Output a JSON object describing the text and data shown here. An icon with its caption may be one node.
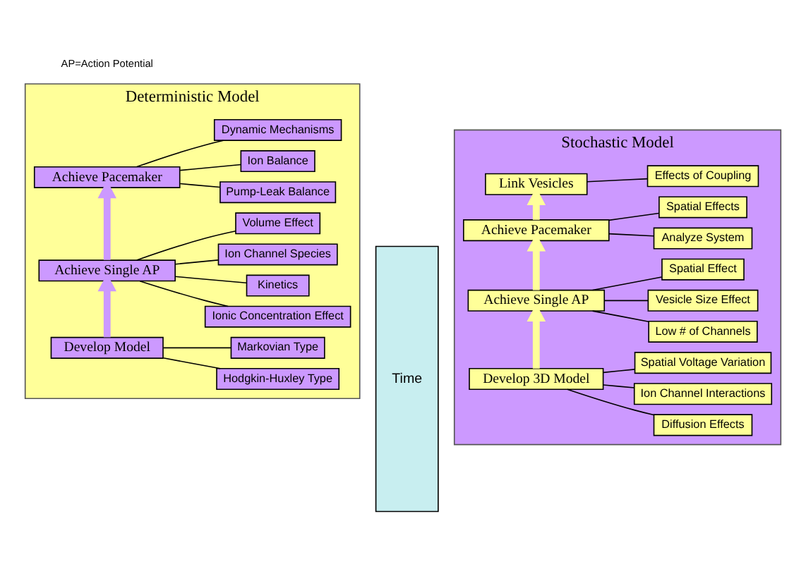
{
  "diagram": {
    "nodes": [
      {
        "text": [
          "Deterministic Model"
        ]
      },
      {
        "text": [
          "Develop Model"
        ],
        "in": 0
      },
      {
        "text": [
          "Hodgkin-Huxley Type"
        ],
        "in": 0
      },
      {
        "text": [
          "Markovian Type"
        ],
        "in": 0
      },
      {
        "text": [
          "Achieve Single AP"
        ],
        "in": 0
      },
      {
        "text": [
          "Ion Channel Species"
        ],
        "in": 0
      },
      {
        "text": [
          "Volume Effect"
        ],
        "in": 0
      },
      {
        "text": [
          "Ionic Concentration Effect"
        ],
        "in": 0
      },
      {
        "text": [
          "Kinetics"
        ],
        "in": 0
      },
      {
        "text": [
          "Achieve Pacemaker"
        ],
        "in": 0
      },
      {
        "text": [
          "Pump-Leak Balance"
        ],
        "in": 0
      },
      {
        "text": [
          "Ion Balance"
        ],
        "in": 0
      },
      {
        "text": [
          "Dynamic Mechanisms"
        ],
        "in": 0
      },
      {
        "text": [
          "Time"
        ]
      },
      {
        "text": [
          "Stochastic Model"
        ]
      },
      {
        "text": [
          "Develop 3D Model"
        ],
        "in": 14
      },
      {
        "text": [
          "Diffusion Effects"
        ],
        "in": 14
      },
      {
        "text": [
          "Ion Channel Interactions"
        ],
        "in": 14
      },
      {
        "text": [
          "Spatial Voltage Variation"
        ],
        "in": 14
      },
      {
        "text": [
          "Achieve Single AP"
        ],
        "in": 14
      },
      {
        "text": [
          "Low # of Channels"
        ],
        "in": 14
      },
      {
        "text": [
          "Vesicle Size Effect"
        ],
        "in": 14
      },
      {
        "text": [
          "Spatial Effect"
        ],
        "in": 14
      },
      {
        "text": [
          "Achieve Pacemaker"
        ],
        "in": 14
      },
      {
        "text": [
          "Analyze System"
        ],
        "in": 14
      },
      {
        "text": [
          "Spatial Effects"
        ],
        "in": 14
      },
      {
        "text": [
          "Link Vesicles"
        ],
        "in": 14
      },
      {
        "text": [
          "Effects of Coupling"
        ],
        "in": 14
      }
    ],
    "edges": [
      {
        "from": 1,
        "to": 2,
        "arrow": "none"
      },
      {
        "from": 1,
        "to": 3,
        "arrow": "none"
      },
      {
        "from": 1,
        "to": 4,
        "arrow": "to",
        "style": "thick",
        "color": "#cc99ff"
      },
      {
        "from": 4,
        "to": 5,
        "arrow": "none"
      },
      {
        "from": 4,
        "to": 6,
        "arrow": "none"
      },
      {
        "from": 4,
        "to": 7,
        "arrow": "none"
      },
      {
        "from": 4,
        "to": 8,
        "arrow": "none"
      },
      {
        "from": 4,
        "to": 9,
        "arrow": "to",
        "style": "thick",
        "color": "#cc99ff"
      },
      {
        "from": 9,
        "to": 10,
        "arrow": "none"
      },
      {
        "from": 9,
        "to": 11,
        "arrow": "none"
      },
      {
        "from": 9,
        "to": 12,
        "arrow": "none"
      },
      {
        "from": 15,
        "to": 16,
        "arrow": "none"
      },
      {
        "from": 15,
        "to": 17,
        "arrow": "none"
      },
      {
        "from": 15,
        "to": 18,
        "arrow": "none"
      },
      {
        "from": 15,
        "to": 19,
        "arrow": "to",
        "style": "thick",
        "color": "#ffff99"
      },
      {
        "from": 19,
        "to": 20,
        "arrow": "none"
      },
      {
        "from": 19,
        "to": 21,
        "arrow": "none"
      },
      {
        "from": 19,
        "to": 22,
        "arrow": "none"
      },
      {
        "from": 19,
        "to": 23,
        "arrow": "to",
        "style": "thick",
        "color": "#ffff99"
      },
      {
        "from": 23,
        "to": 24,
        "arrow": "none"
      },
      {
        "from": 23,
        "to": 25,
        "arrow": "none"
      },
      {
        "from": 23,
        "to": 26,
        "arrow": "to",
        "style": "thick",
        "color": "#ffff99"
      },
      {
        "from": 26,
        "to": 27,
        "arrow": "none"
      }
    ],
    "labels": [
      "AP=Action Potential"
    ]
  }
}
